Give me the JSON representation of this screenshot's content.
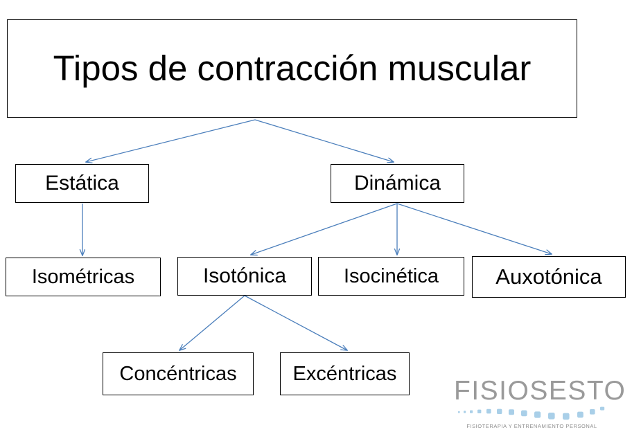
{
  "diagram": {
    "title": "Tipos de contracción muscular",
    "nodes": {
      "root": "Tipos de contracción muscular",
      "estatica": "Estática",
      "dinamica": "Dinámica",
      "isometricas": "Isométricas",
      "isotonica": "Isotónica",
      "isocinetica": "Isocinética",
      "auxotonica": "Auxotónica",
      "concentricas": "Concéntricas",
      "excentricas": "Excéntricas"
    },
    "edges": [
      {
        "from": "root",
        "to": "estatica"
      },
      {
        "from": "root",
        "to": "dinamica"
      },
      {
        "from": "estatica",
        "to": "isometricas"
      },
      {
        "from": "dinamica",
        "to": "isotonica"
      },
      {
        "from": "dinamica",
        "to": "isocinetica"
      },
      {
        "from": "dinamica",
        "to": "auxotonica"
      },
      {
        "from": "isotonica",
        "to": "concentricas"
      },
      {
        "from": "isotonica",
        "to": "excentricas"
      }
    ],
    "colors": {
      "arrow": "#4A7EBB",
      "box_border": "#000000",
      "box_fill": "#FFFFFF",
      "text": "#000000",
      "background": "#FFFFFF"
    }
  },
  "logo": {
    "wordmark": "FISIOSESTO",
    "tagline": "FISIOTERAPIA Y ENTRENAMIENTO PERSONAL",
    "dot_color": "#A9CFE8",
    "wordmark_color": "#9A9A9A",
    "tagline_color": "#8D8D8D"
  }
}
